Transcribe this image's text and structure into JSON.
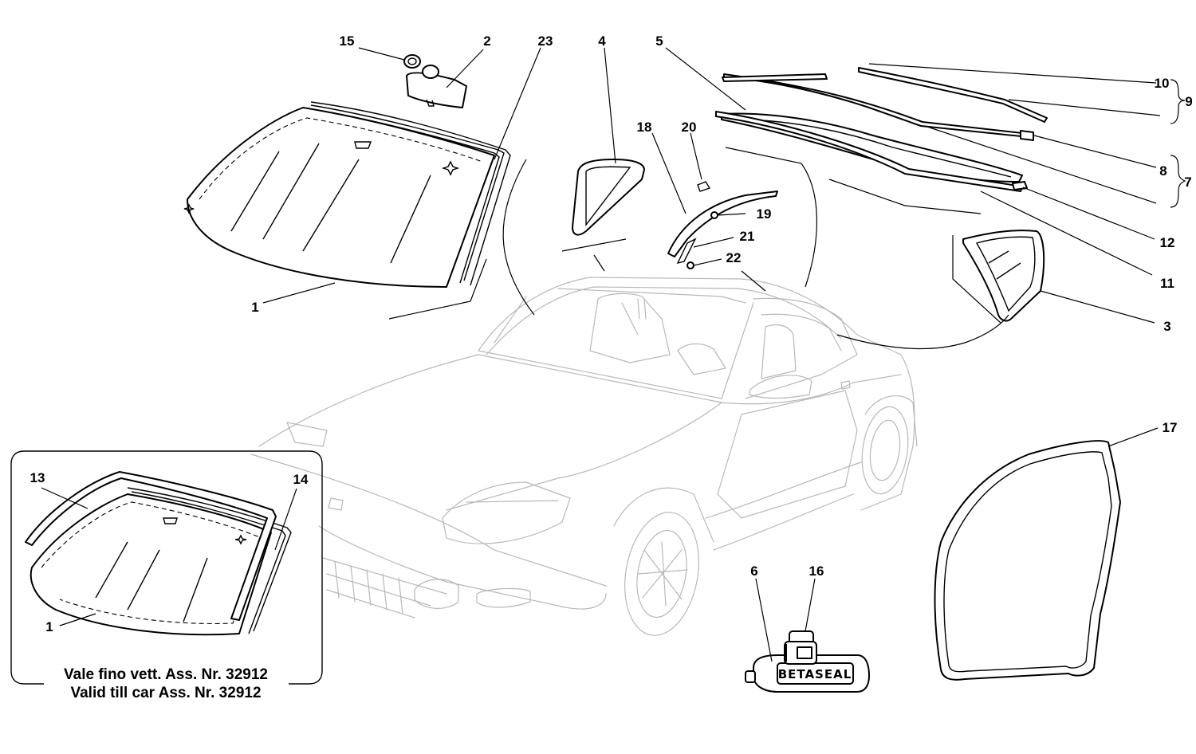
{
  "callouts": {
    "c1": "1",
    "c1b": "1",
    "c2": "2",
    "c3": "3",
    "c4": "4",
    "c5": "5",
    "c6": "6",
    "c7": "7",
    "c8": "8",
    "c9": "9",
    "c10": "10",
    "c11": "11",
    "c12": "12",
    "c13": "13",
    "c14": "14",
    "c15": "15",
    "c16": "16",
    "c17": "17",
    "c18": "18",
    "c19": "19",
    "c20": "20",
    "c21": "21",
    "c22": "22",
    "c23": "23"
  },
  "inset_note": {
    "line1": "Vale fino vett. Ass. Nr. 32912",
    "line2": "Valid till car Ass. Nr. 32912"
  },
  "product_label": "BETASEAL"
}
